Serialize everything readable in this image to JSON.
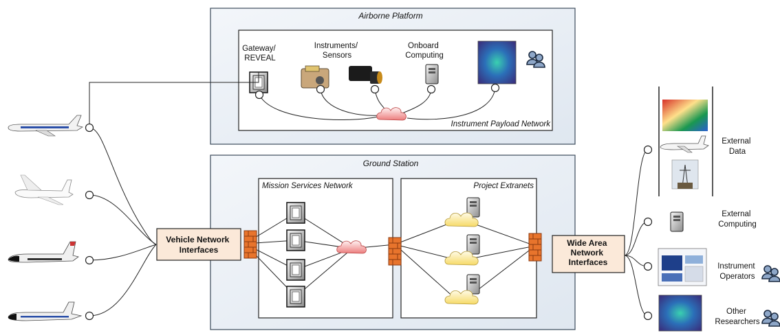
{
  "airborne_platform": {
    "title": "Airborne Platform",
    "gateway_label": [
      "Gateway/",
      "REVEAL"
    ],
    "instruments_label": [
      "Instruments/",
      "Sensors"
    ],
    "onboard_label": [
      "Onboard",
      "Computing"
    ],
    "payload_network_label": "Instrument Payload Network"
  },
  "ground_station": {
    "title": "Ground Station",
    "mission_services_label": "Mission Services Network",
    "project_extranets_label": "Project Extranets"
  },
  "vehicle_interfaces": [
    "Vehicle Network",
    "Interfaces"
  ],
  "wide_area_interfaces": [
    "Wide Area",
    "Network",
    "Interfaces"
  ],
  "external_data": [
    "External",
    "Data"
  ],
  "external_computing": [
    "External",
    "Computing"
  ],
  "instrument_operators": [
    "Instrument",
    "Operators"
  ],
  "other_researchers": [
    "Other",
    "Researchers"
  ],
  "colors": {
    "panel_fill": "#e8eef5",
    "panel_border": "#3b4a5a",
    "box_fill": "#fbe9d9",
    "firewall": "#e8742c",
    "cloud_red": "#f3a0a0",
    "cloud_yellow": "#fbeaa0"
  }
}
